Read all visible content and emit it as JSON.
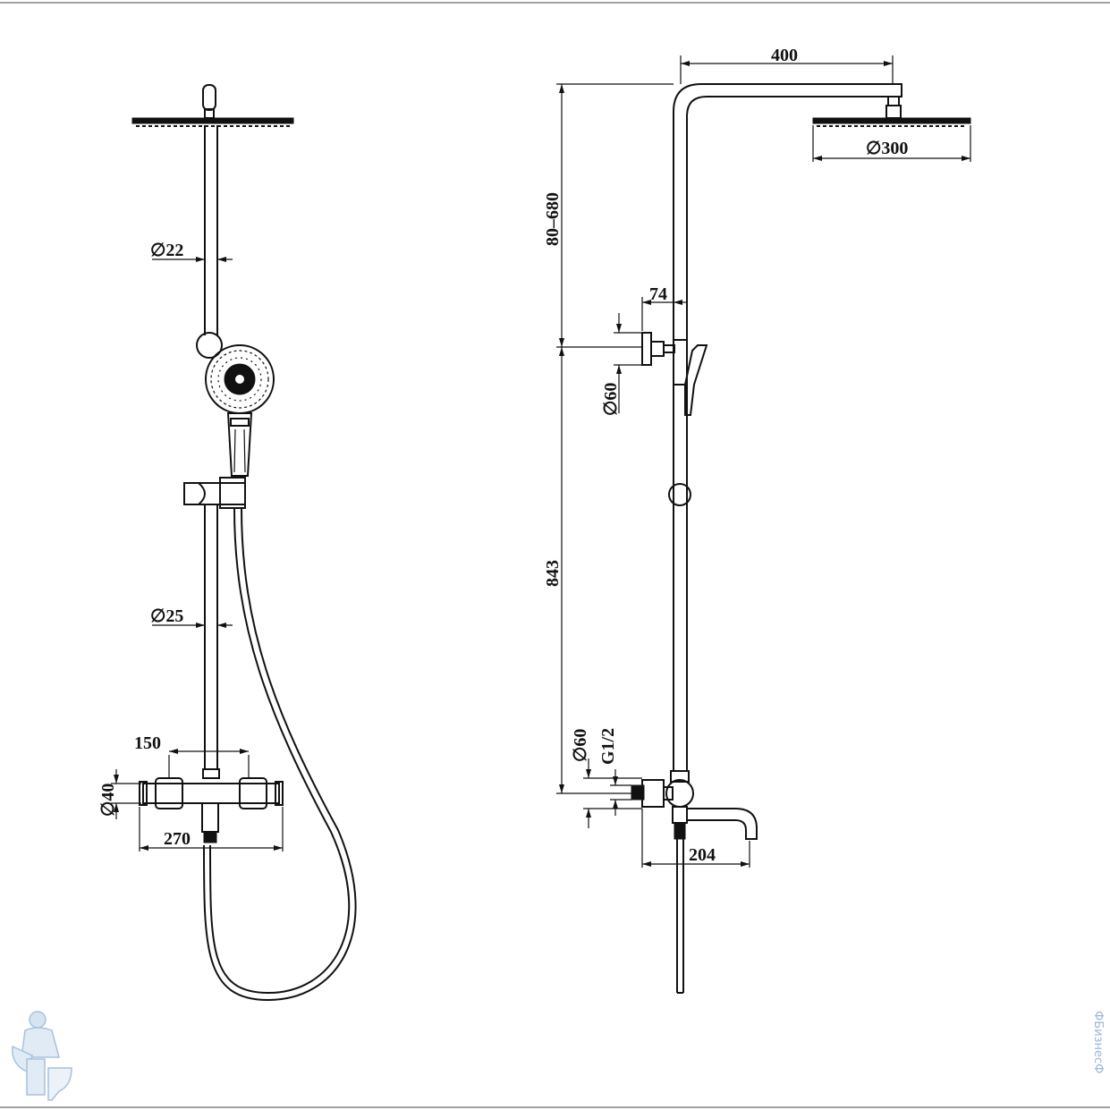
{
  "front_view": {
    "dia_upper_rod": "∅22",
    "dia_lower_rod": "∅25",
    "valve_center_spacing": "150",
    "valve_body_dia": "∅40",
    "valve_total_width": "270"
  },
  "side_view": {
    "arm_reach": "400",
    "head_dia": "∅300",
    "height_adjust_range": "80–680",
    "bracket_offset": "74",
    "bracket_dia": "∅60",
    "rod_length": "843",
    "escutcheon_dia": "∅60",
    "thread_size": "G1/2",
    "spout_reach": "204"
  },
  "watermark": {
    "text": "ФБизнесФ"
  },
  "colors": {
    "line": "#111111",
    "background": "#ffffff",
    "watermark": "#9ab7d6"
  }
}
